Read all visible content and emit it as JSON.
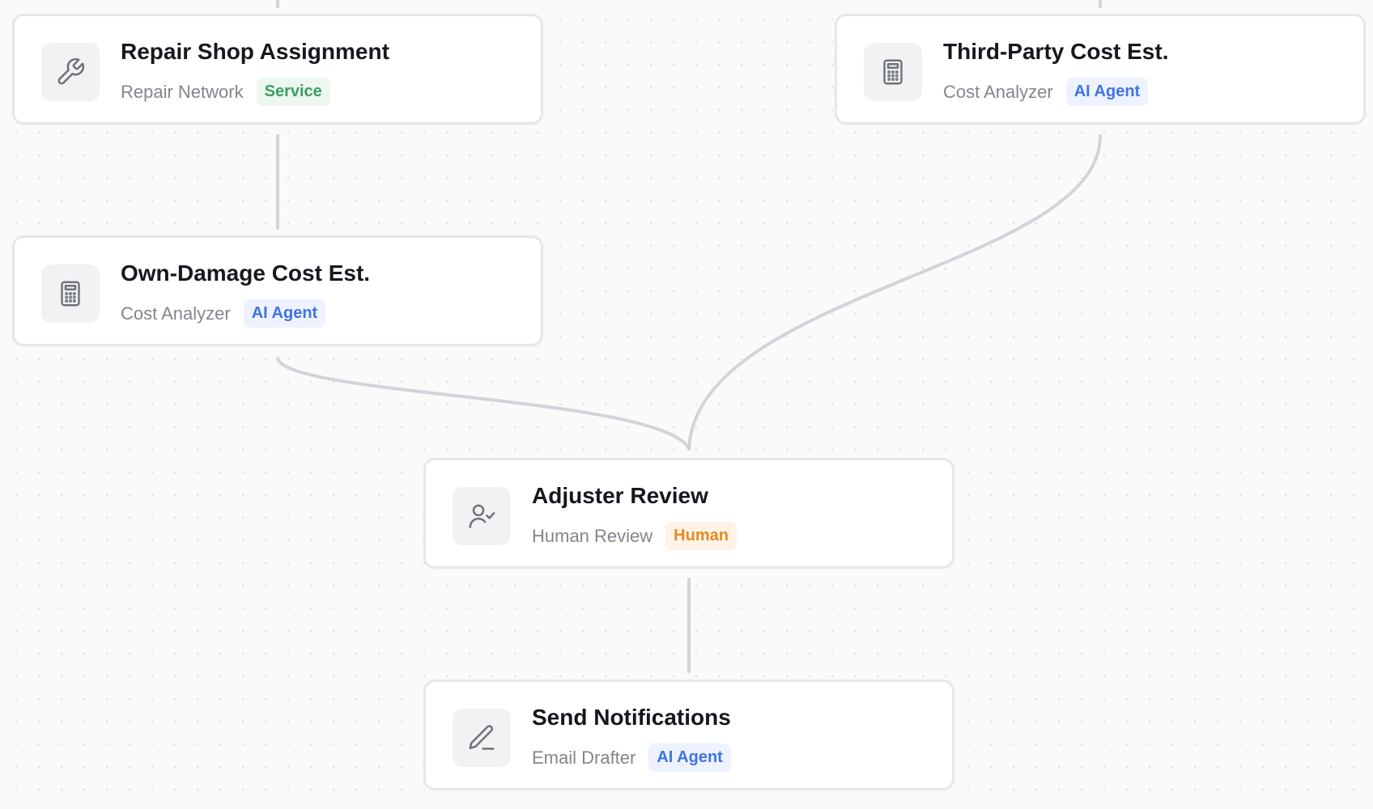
{
  "canvas": {
    "theme": {
      "edge_color": "#d2d4d9",
      "icon_color": "#6f737a"
    }
  },
  "nodes": {
    "repair_shop": {
      "title": "Repair Shop Assignment",
      "subtitle": "Repair Network",
      "badge": "Service",
      "badge_kind": "service",
      "icon": "wrench-icon"
    },
    "third_party": {
      "title": "Third-Party Cost Est.",
      "subtitle": "Cost Analyzer",
      "badge": "AI Agent",
      "badge_kind": "ai",
      "icon": "calculator-icon"
    },
    "own_damage": {
      "title": "Own-Damage Cost Est.",
      "subtitle": "Cost Analyzer",
      "badge": "AI Agent",
      "badge_kind": "ai",
      "icon": "calculator-icon"
    },
    "adjuster_review": {
      "title": "Adjuster Review",
      "subtitle": "Human Review",
      "badge": "Human",
      "badge_kind": "human",
      "icon": "user-check-icon"
    },
    "send_notifications": {
      "title": "Send Notifications",
      "subtitle": "Email Drafter",
      "badge": "AI Agent",
      "badge_kind": "ai",
      "icon": "pen-icon"
    }
  },
  "badge_colors": {
    "service": {
      "bg": "#ebf7ef",
      "fg": "#3b9e62"
    },
    "ai": {
      "bg": "#edf2fe",
      "fg": "#3f74e0"
    },
    "human": {
      "bg": "#fff3e6",
      "fg": "#e48a22"
    }
  }
}
